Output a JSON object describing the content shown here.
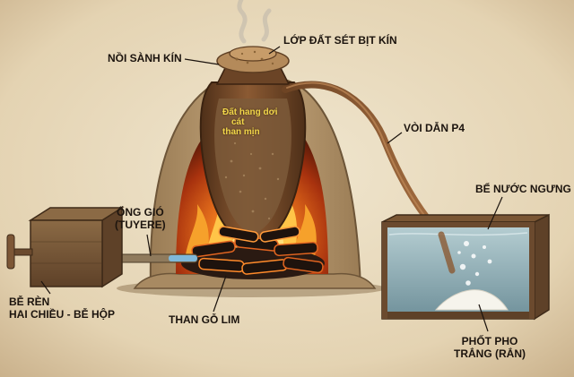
{
  "labels": {
    "clay_seal": "LỚP ĐẤT SÉT BỊT KÍN",
    "sealed_jar": "NỒI SÀNH KÍN",
    "inner_line1": "Đất hang dơi",
    "inner_line2": "cát",
    "inner_line3": "than mịn",
    "delivery_tube": "VÒI DẪN P4",
    "condenser_tank": "BỂ NƯỚC NGƯNG TỤ",
    "tuyere_line1": "ỐNG GIÓ",
    "tuyere_line2": "(TUYERE)",
    "bellows_line1": "BỄ RÈN",
    "bellows_line2": "HAI CHIỀU - BỄ HỘP",
    "charcoal": "THAN GỖ LIM",
    "phosphorus_line1": "PHỐT PHO",
    "phosphorus_line2": "TRẮNG (RẮN)"
  },
  "colors": {
    "parchment": "#e9dcc0",
    "furnace_clay": "#b79a72",
    "jar": "#7a4f2e",
    "fire": "#e8611c",
    "water": "#8fb3bd",
    "tank_wood": "#6b4a2e",
    "label_text": "#1c140e",
    "inner_text": "#f2d64a"
  }
}
